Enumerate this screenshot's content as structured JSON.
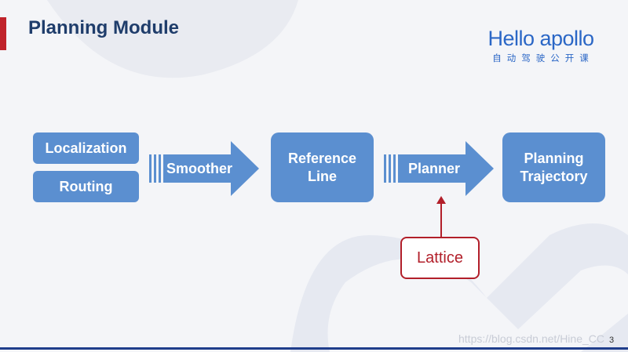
{
  "slide": {
    "title": "Planning Module",
    "page_number": "3",
    "watermark": "https://blog.csdn.net/Hine_CC"
  },
  "logo": {
    "main": "Hello apollo",
    "sub": "自动驾驶公开课"
  },
  "diagram": {
    "inputs": [
      "Localization",
      "Routing"
    ],
    "arrows": [
      "Smoother",
      "Planner"
    ],
    "reference_line": [
      "Reference",
      "Line"
    ],
    "output": [
      "Planning",
      "Trajectory"
    ],
    "lattice": "Lattice"
  },
  "colors": {
    "box": "#5b8fd0",
    "title": "#1f3d6b",
    "accent": "#c0232b",
    "lattice_border": "#b21f2a",
    "logo": "#2b67c6"
  }
}
